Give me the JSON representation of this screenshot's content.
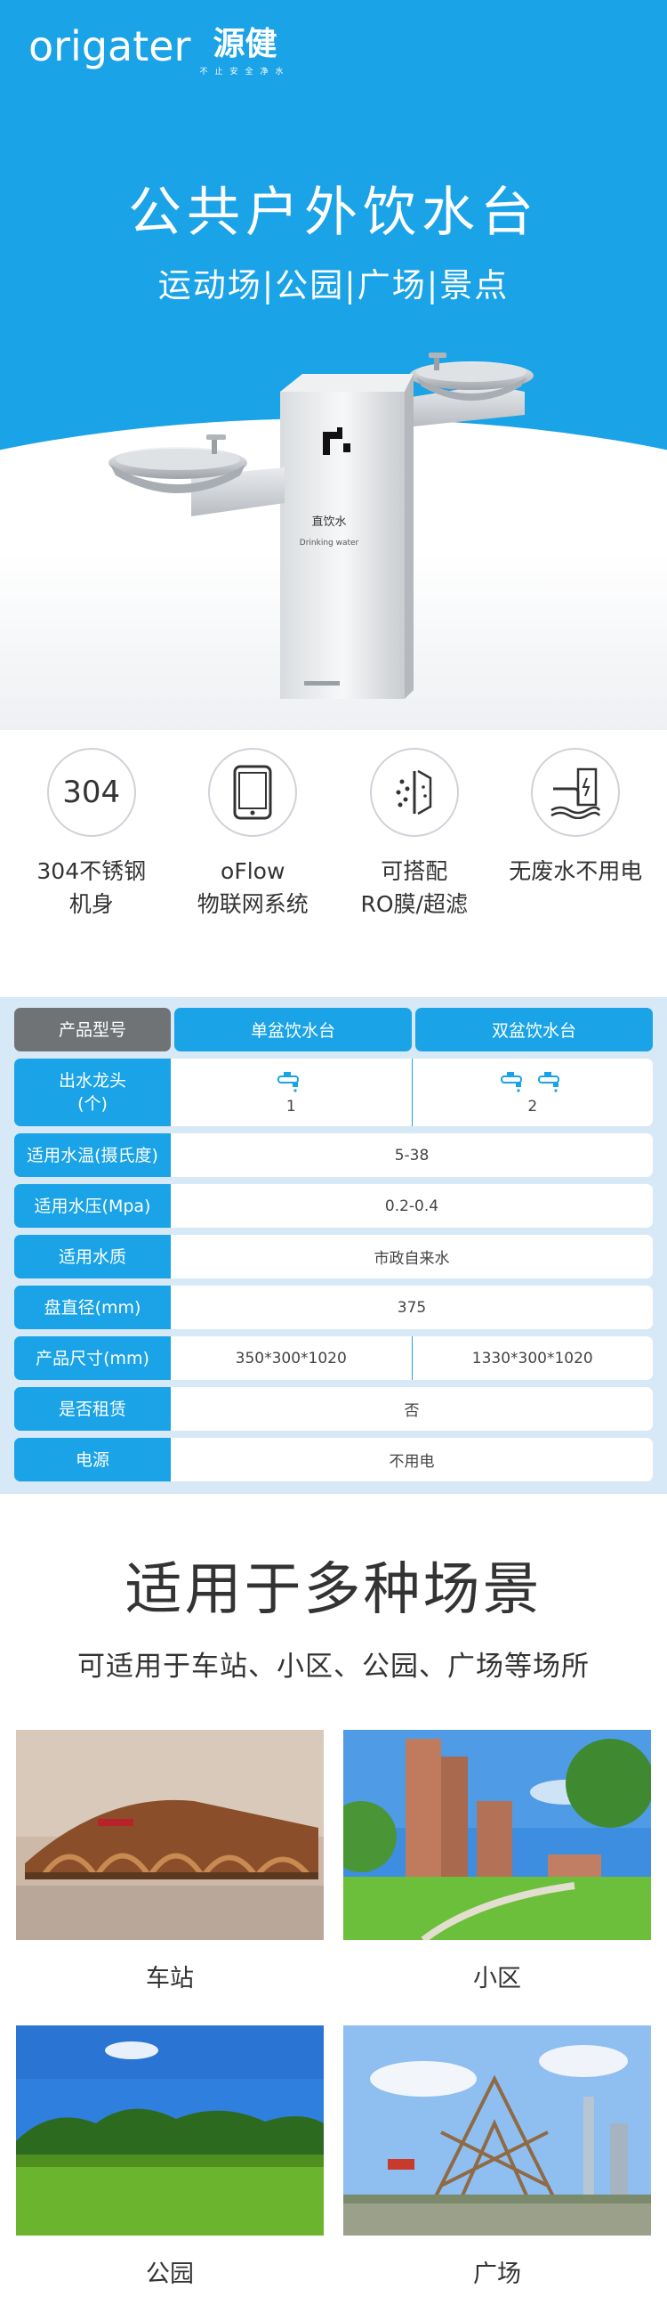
{
  "brand": {
    "name_en": "origater",
    "name_cn": "源健",
    "slogan": "不止安全净水"
  },
  "hero": {
    "title": "公共户外饮水台",
    "subtitle": "运动场|公园|广场|景点",
    "product_sign": "直饮水",
    "product_sign_en": "Drinking water"
  },
  "features": [
    {
      "icon": "304-badge-icon",
      "badge": "304",
      "line1": "304不锈钢",
      "line2": "机身"
    },
    {
      "icon": "smartphone-icon",
      "line1": "oFlow",
      "line2": "物联网系统"
    },
    {
      "icon": "ro-filter-icon",
      "line1": "可搭配",
      "line2": "RO膜/超滤"
    },
    {
      "icon": "no-waste-water-icon",
      "line1": "无废水不用电",
      "line2": ""
    }
  ],
  "spec_table": {
    "header": {
      "label": "产品型号",
      "col1": "单盆饮水台",
      "col2": "双盆饮水台"
    },
    "faucet": {
      "label_line1": "出水龙头",
      "label_line2": "(个)",
      "col1": "1",
      "col2": "2"
    },
    "rows": [
      {
        "label": "适用水温(摄氏度)",
        "value": "5-38"
      },
      {
        "label": "适用水压(Mpa)",
        "value": "0.2-0.4"
      },
      {
        "label": "适用水质",
        "value": "市政自来水"
      },
      {
        "label": "盘直径(mm)",
        "value": "375"
      }
    ],
    "size": {
      "label": "产品尺寸(mm)",
      "col1": "350*300*1020",
      "col2": "1330*300*1020"
    },
    "rows2": [
      {
        "label": "是否租赁",
        "value": "否"
      },
      {
        "label": "电源",
        "value": "不用电"
      }
    ]
  },
  "scenes": {
    "title": "适用于多种场景",
    "subtitle": "可适用于车站、小区、公园、广场等场所",
    "items": [
      {
        "label": "车站"
      },
      {
        "label": "小区"
      },
      {
        "label": "公园"
      },
      {
        "label": "广场"
      }
    ]
  },
  "colors": {
    "accent": "#1aa3e6",
    "table_bg": "#d7e8f6",
    "header_gray": "#707376"
  }
}
